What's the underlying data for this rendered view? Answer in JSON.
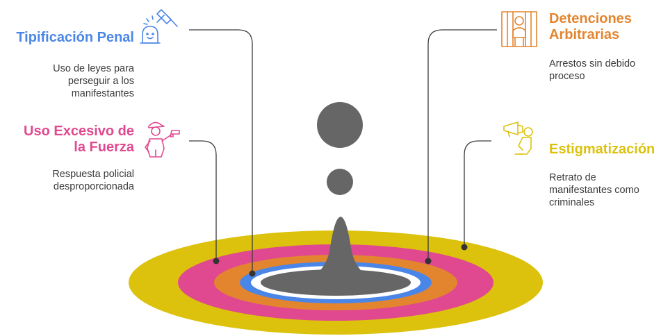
{
  "items": [
    {
      "title_line1": "Tipificación Penal",
      "title_line2": "",
      "desc_line1": "Uso de leyes para",
      "desc_line2": "perseguir a los",
      "desc_line3": "manifestantes",
      "color": "#4a86e8",
      "icon": "gavel-icon"
    },
    {
      "title_line1": "Uso Excesivo de",
      "title_line2": "la Fuerza",
      "desc_line1": "Respuesta policial",
      "desc_line2": "desproporcionada",
      "desc_line3": "",
      "color": "#e0498f",
      "icon": "police-gun-icon"
    },
    {
      "title_line1": "Detenciones",
      "title_line2": "Arbitrarias",
      "desc_line1": "Arrestos sin debido",
      "desc_line2": "proceso",
      "desc_line3": "",
      "color": "#e3852f",
      "icon": "jail-cell-icon"
    },
    {
      "title_line1": "Estigmatización",
      "title_line2": "",
      "desc_line1": "Retrato de",
      "desc_line2": "manifestantes como",
      "desc_line3": "criminales",
      "color": "#dcc20d",
      "icon": "megaphone-person-icon"
    }
  ],
  "ring_colors": [
    "#dcc20d",
    "#e0498f",
    "#e3852f",
    "#4a86e8",
    "#ffffff",
    "#666666"
  ],
  "drop_color": "#666666"
}
